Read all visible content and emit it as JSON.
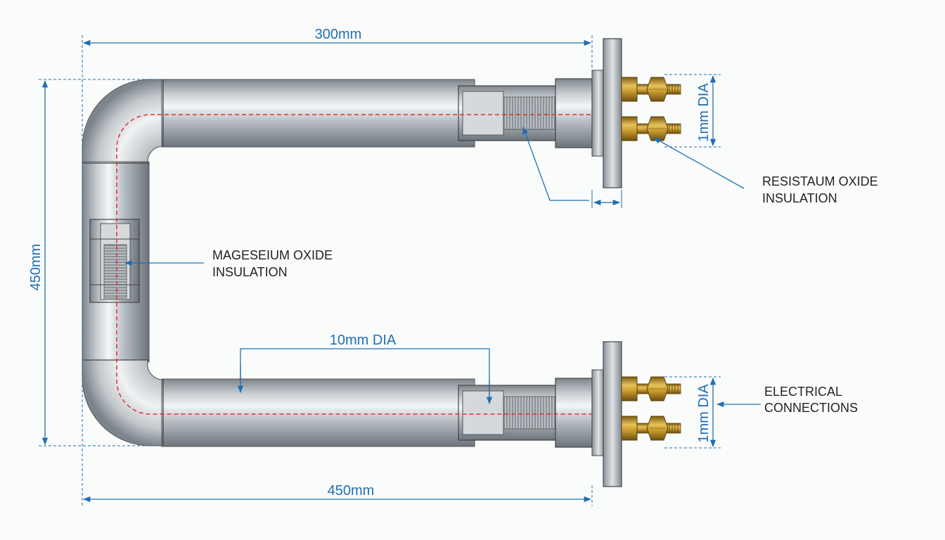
{
  "dimensions": {
    "top_width": "300mm",
    "bottom_width": "450mm",
    "height": "450mm",
    "tube_dia": "10mm DIA",
    "top_terminal_dia": "1mm DIA",
    "bottom_terminal_dia": "1mm DIA"
  },
  "labels": {
    "upper_insulation": [
      "RESISTAUM OXIDE",
      "INSULATION"
    ],
    "middle_insulation": [
      "MAGESEIUM OXIDE",
      "INSULATION"
    ],
    "connections": [
      "ELECTRICAL",
      "CONNECTIONS"
    ]
  },
  "colors": {
    "dimension": "#1f6fb3",
    "element_path": "#e03030",
    "brass": "#c89a2e",
    "steel": "#9aa2a9"
  }
}
